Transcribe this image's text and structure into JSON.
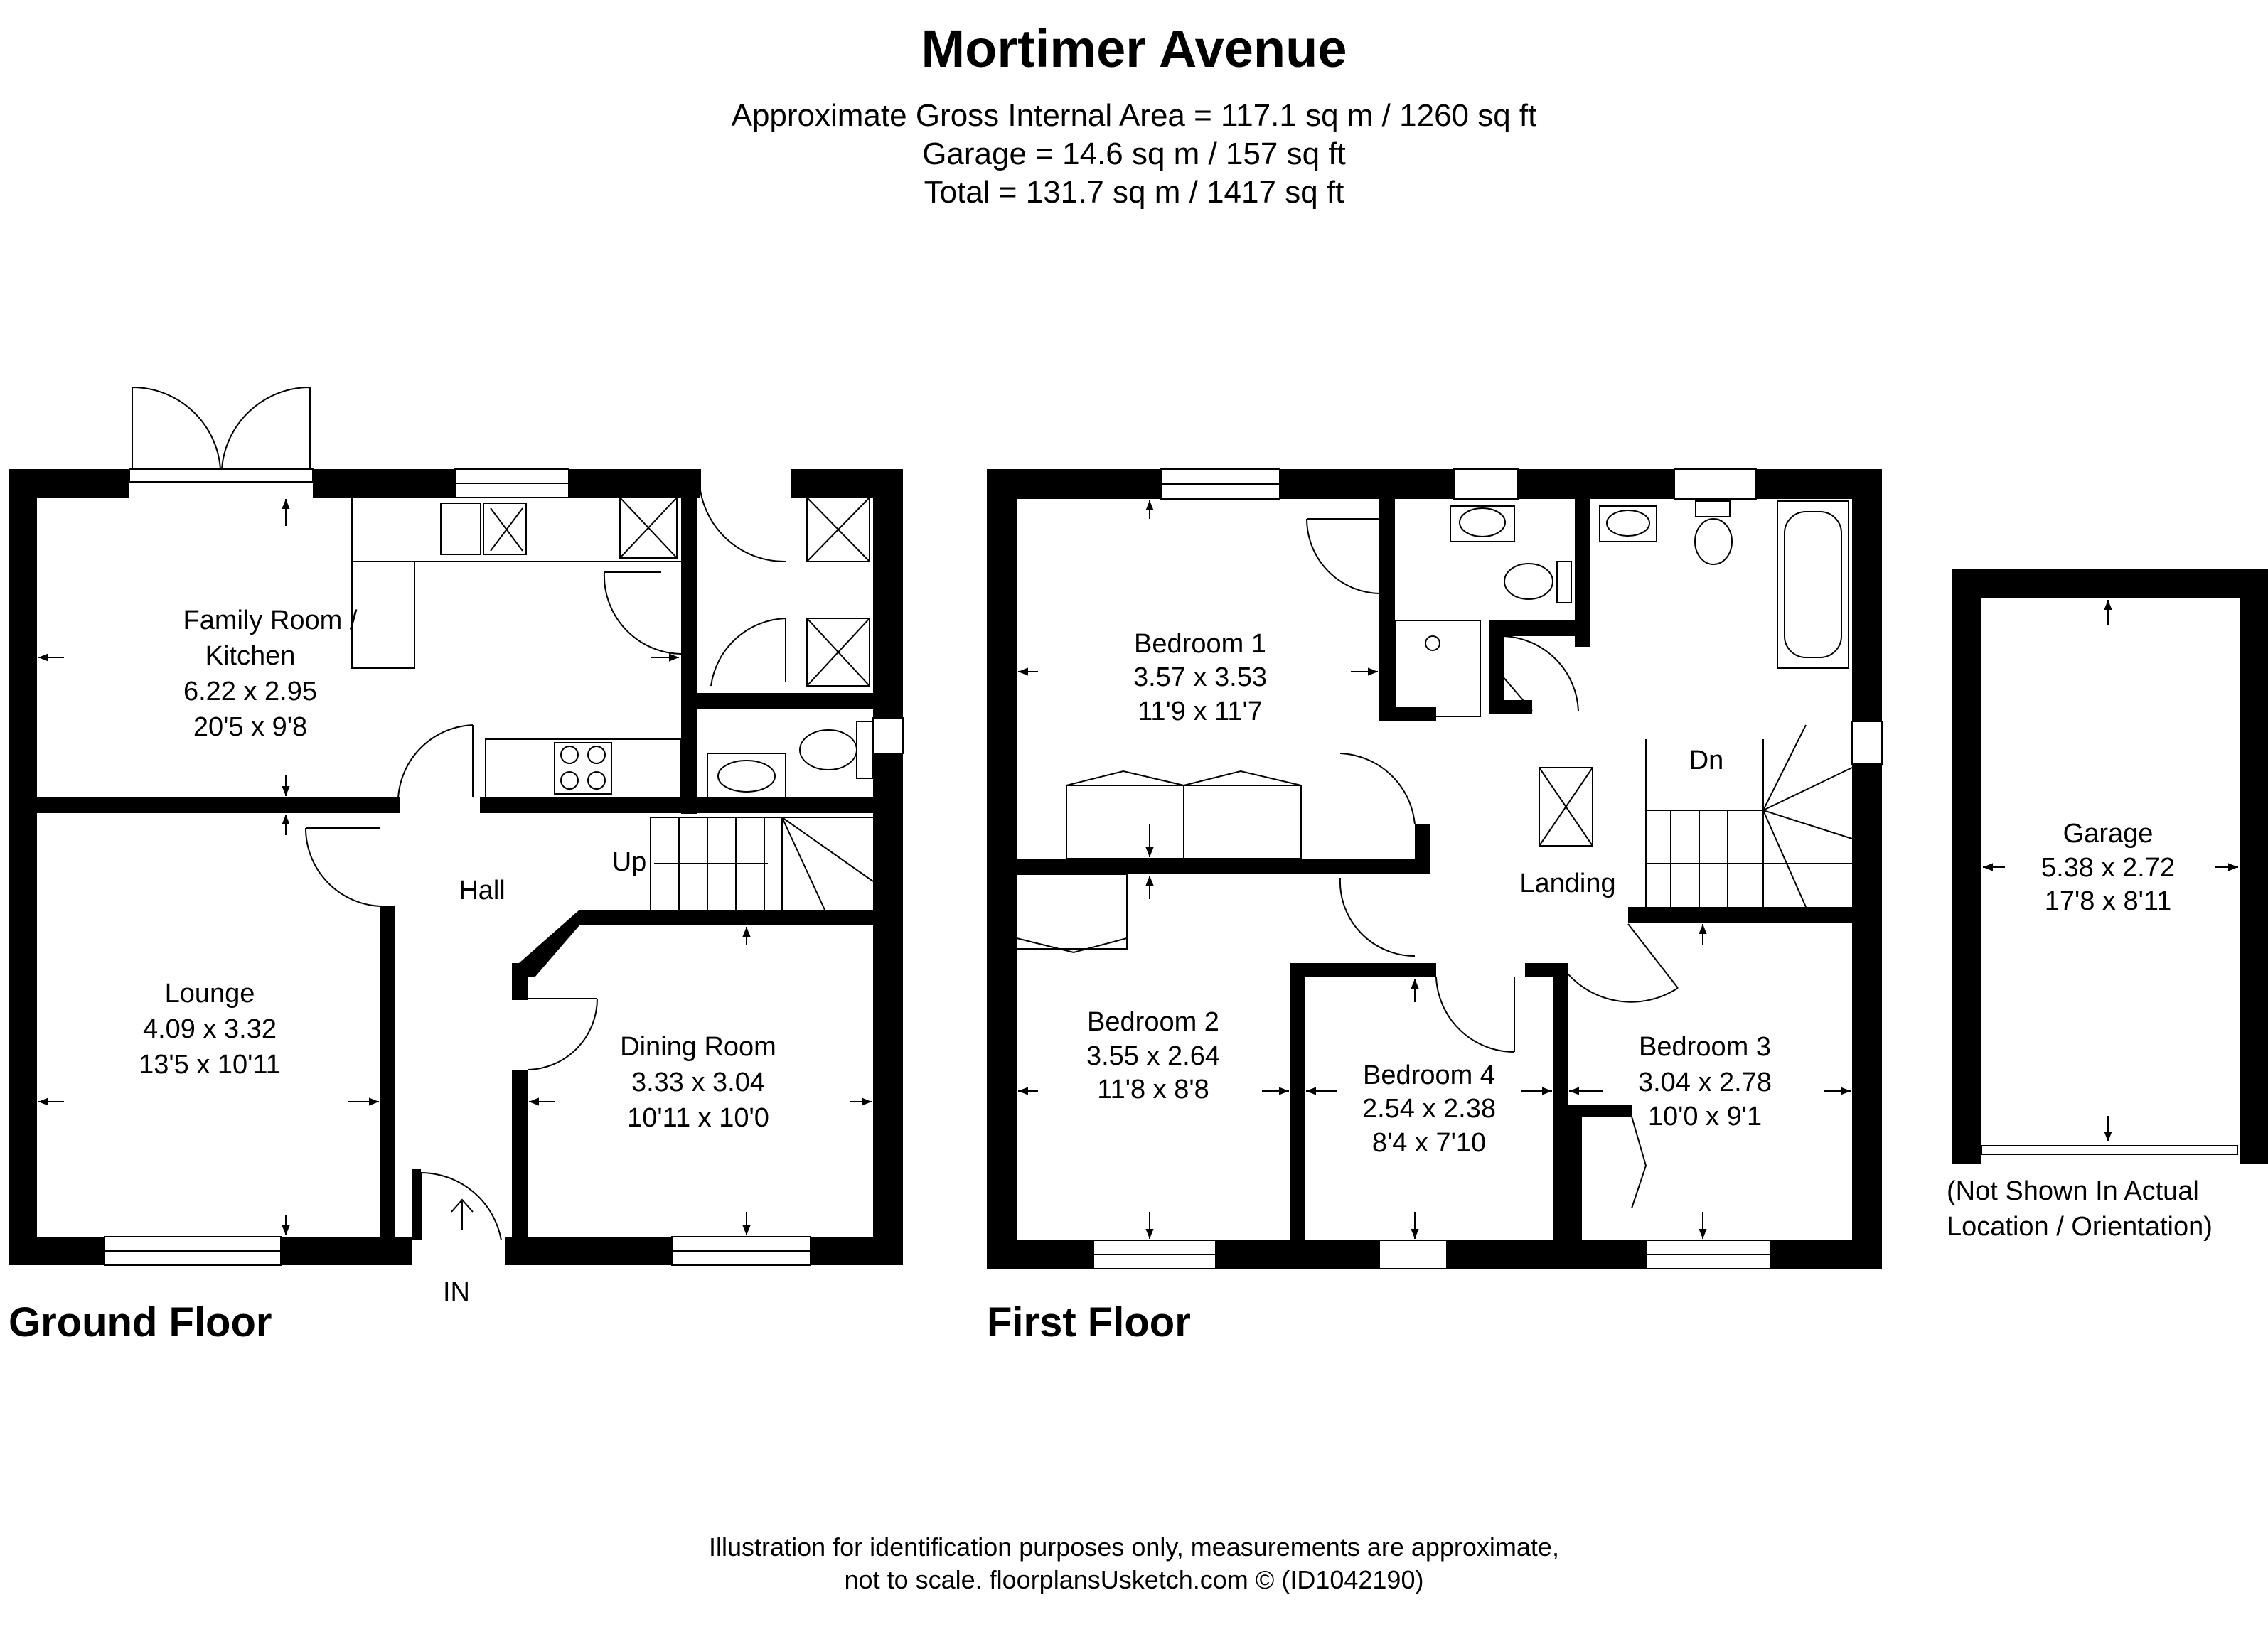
{
  "header": {
    "title": "Mortimer Avenue",
    "area_lines": [
      "Approximate Gross Internal Area = 117.1 sq m / 1260 sq ft",
      "Garage = 14.6 sq m / 157 sq ft",
      "Total = 131.7 sq m / 1417 sq ft"
    ]
  },
  "ground_floor": {
    "label": "Ground Floor",
    "rooms": {
      "family_kitchen": {
        "name_line1": "Family Room /",
        "name_line2": "Kitchen",
        "metric": "6.22 x 2.95",
        "imperial": "20'5 x 9'8"
      },
      "lounge": {
        "name": "Lounge",
        "metric": "4.09 x 3.32",
        "imperial": "13'5 x 10'11"
      },
      "hall": {
        "name": "Hall"
      },
      "dining": {
        "name": "Dining Room",
        "metric": "3.33 x 3.04",
        "imperial": "10'11 x 10'0"
      }
    },
    "stairs_label": "Up",
    "entrance_label": "IN"
  },
  "first_floor": {
    "label": "First Floor",
    "rooms": {
      "bedroom1": {
        "name": "Bedroom 1",
        "metric": "3.57 x 3.53",
        "imperial": "11'9 x 11'7"
      },
      "bedroom2": {
        "name": "Bedroom 2",
        "metric": "3.55 x 2.64",
        "imperial": "11'8 x 8'8"
      },
      "bedroom3": {
        "name": "Bedroom 3",
        "metric": "3.04 x 2.78",
        "imperial": "10'0 x 9'1"
      },
      "bedroom4": {
        "name": "Bedroom 4",
        "metric": "2.54 x 2.38",
        "imperial": "8'4 x 7'10"
      },
      "landing": {
        "name": "Landing"
      }
    },
    "stairs_label": "Dn"
  },
  "garage": {
    "name": "Garage",
    "metric": "5.38 x 2.72",
    "imperial": "17'8 x 8'11",
    "note_line1": "(Not Shown In Actual",
    "note_line2": "Location / Orientation)"
  },
  "footer": {
    "line1": "Illustration for identification purposes only, measurements are approximate,",
    "line2": "not to scale. floorplansUsketch.com © (ID1042190)"
  },
  "colors": {
    "wall": "#000000",
    "background": "#ffffff",
    "fixture_line": "#000000"
  }
}
